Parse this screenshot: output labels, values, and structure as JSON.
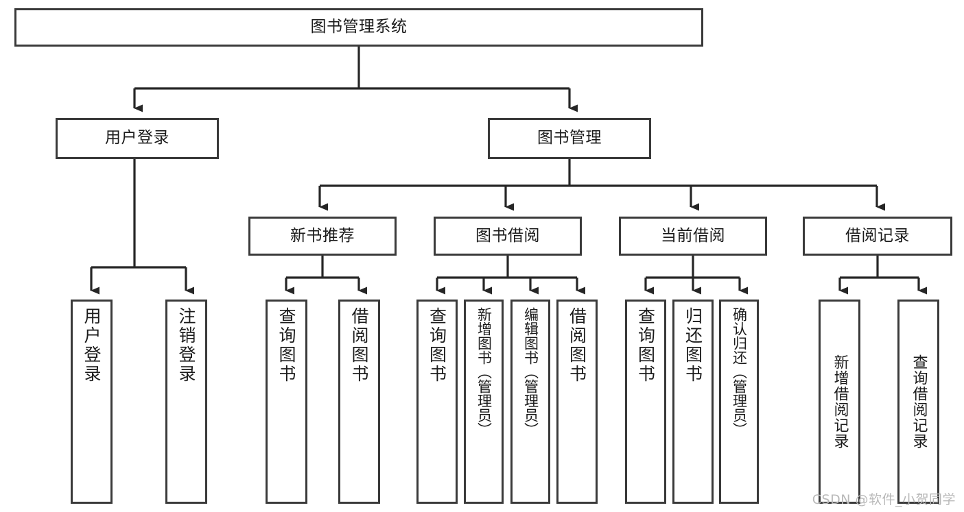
{
  "diagram": {
    "title": "图书管理系统",
    "type": "tree-hierarchy",
    "watermark": "CSDN @软件_小贺同学",
    "colors": {
      "box_border": "#3a3a3a",
      "box_fill": "#ffffff",
      "connector": "#262626",
      "text": "#1b1b1b",
      "watermark": "#b9b9b9"
    },
    "levels": {
      "root": "图书管理系统",
      "level2": [
        "用户登录",
        "图书管理"
      ],
      "level3": [
        "新书推荐",
        "图书借阅",
        "当前借阅",
        "借阅记录"
      ]
    },
    "nodes": {
      "root": {
        "label": "图书管理系统"
      },
      "user_login": {
        "label": "用户登录"
      },
      "book_mgmt": {
        "label": "图书管理"
      },
      "new_book_rec": {
        "label": "新书推荐"
      },
      "book_borrow": {
        "label": "图书借阅"
      },
      "current_borrow": {
        "label": "当前借阅"
      },
      "borrow_record": {
        "label": "借阅记录"
      },
      "leaf_user_login": {
        "label": "用户登录"
      },
      "leaf_logout": {
        "label": "注销登录"
      },
      "leaf_query_book_1": {
        "label": "查询图书"
      },
      "leaf_borrow_book_1": {
        "label": "借阅图书"
      },
      "leaf_query_book_2": {
        "label": "查询图书"
      },
      "leaf_add_book": {
        "label": "新增图书（管理员）"
      },
      "leaf_edit_book": {
        "label": "编辑图书（管理员）"
      },
      "leaf_borrow_book_2": {
        "label": "借阅图书"
      },
      "leaf_query_book_3": {
        "label": "查询图书"
      },
      "leaf_return_book": {
        "label": "归还图书"
      },
      "leaf_confirm_return": {
        "label": "确认归还（管理员）"
      },
      "leaf_add_record": {
        "label": "新增借阅记录"
      },
      "leaf_query_record": {
        "label": "查询借阅记录"
      }
    }
  }
}
